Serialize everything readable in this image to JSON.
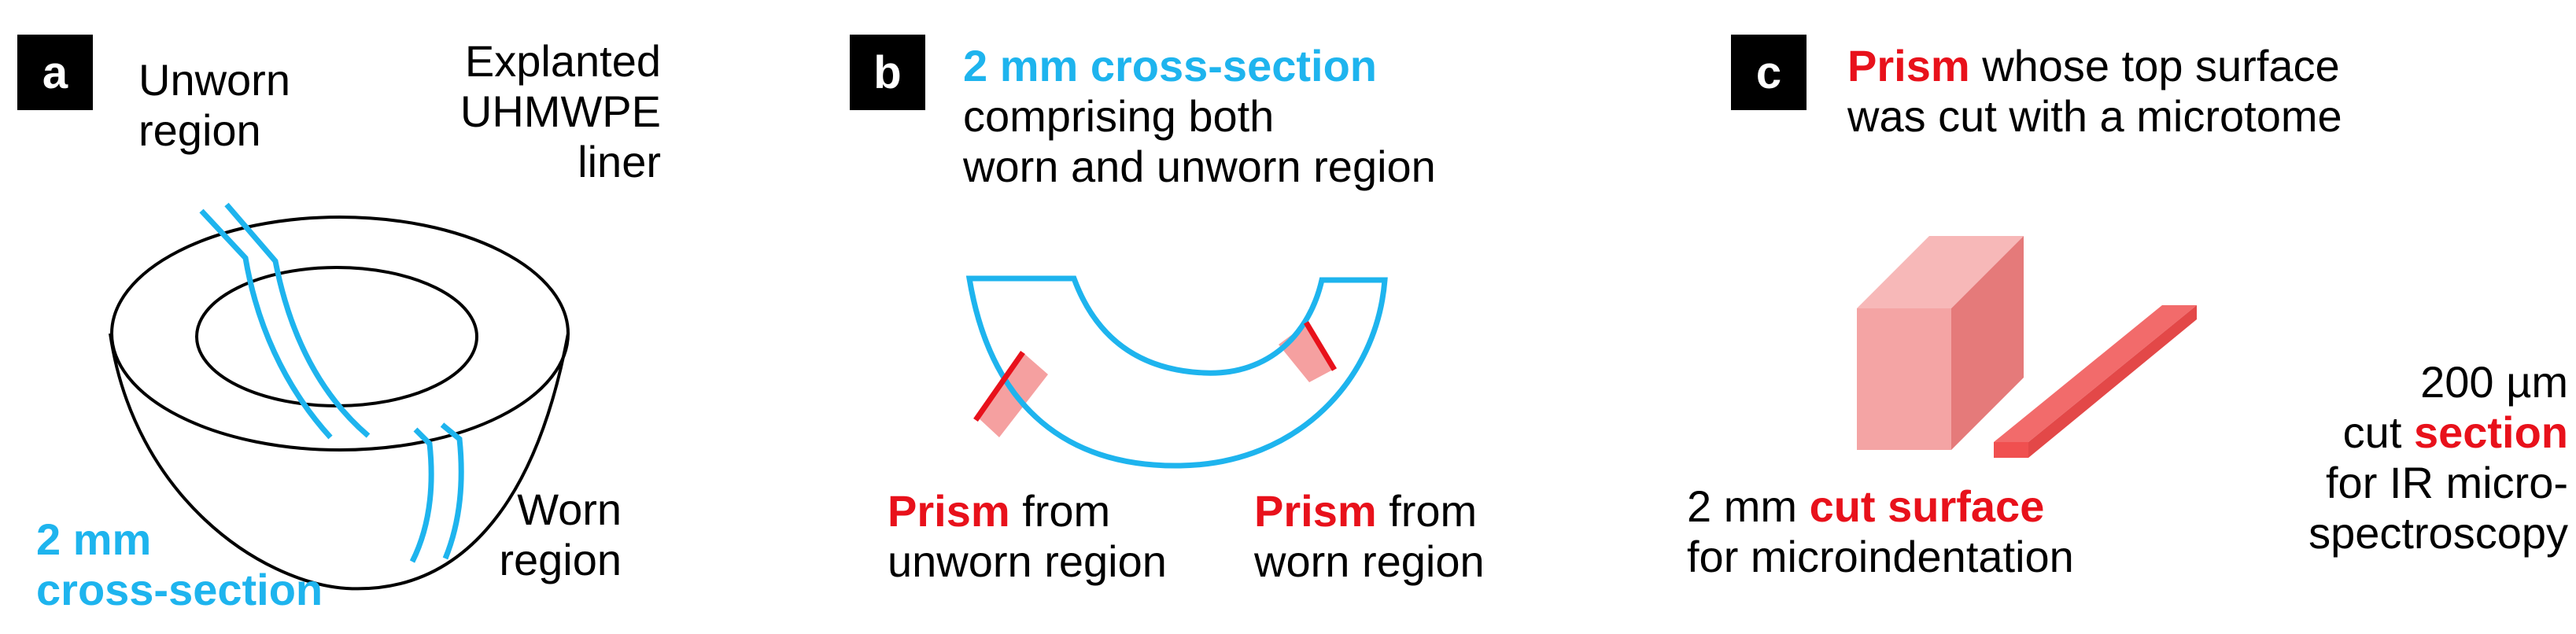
{
  "panels": {
    "a": {
      "label": "a",
      "unworn": [
        "Unworn",
        "region"
      ],
      "explanted": [
        "Explanted",
        "UHMWPE",
        "liner"
      ],
      "worn": [
        "Worn",
        "region"
      ],
      "cross_section": [
        "2 mm",
        "cross-section"
      ]
    },
    "b": {
      "label": "b",
      "title_blue": "2 mm cross-section",
      "title_line2": "comprising both",
      "title_line3": "worn and unworn region",
      "prism_left": {
        "highlight": "Prism",
        "rest": " from",
        "line2": "unworn region"
      },
      "prism_right": {
        "highlight": "Prism",
        "rest": " from",
        "line2": "worn region"
      }
    },
    "c": {
      "label": "c",
      "title_highlight": "Prism",
      "title_rest": " whose top surface",
      "title_line2": "was cut with a microtome",
      "left_label": {
        "prefix": "2 mm ",
        "highlight": "cut surface",
        "line2": "for microindentation"
      },
      "right_label": {
        "line1": "200 µm",
        "prefix": "cut ",
        "highlight": "section",
        "line3": "for IR micro-",
        "line4": "spectroscopy"
      }
    }
  },
  "colors": {
    "blue": "#1eb4ee",
    "red": "#e8111b",
    "pink": "#f5a0a0",
    "outline": "#000000"
  }
}
